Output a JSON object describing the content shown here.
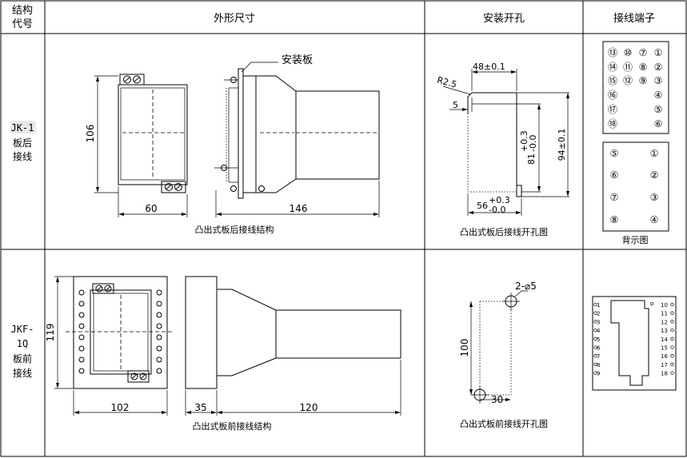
{
  "headers": {
    "col1_line1": "结构",
    "col1_line2": "代号",
    "col2": "外形尺寸",
    "col3": "安装开孔",
    "col4": "接线端子"
  },
  "row1": {
    "code": "JK-1",
    "type_line1": "板后",
    "type_line2": "接线",
    "panel_label": "安装板",
    "dim_height": "106",
    "dim_width": "60",
    "dim_length": "146",
    "structure_caption": "凸出式板后接线结构",
    "cutout": {
      "radius": "R2.5",
      "top_width": "48±0.1",
      "offset": "5",
      "inner_height_base": "81",
      "inner_height_tol_upper": "+0.3",
      "inner_height_tol_lower": "-0.0",
      "outer_height": "94±0.1",
      "bottom_width_base": "56",
      "bottom_width_tol_upper": "+0.3",
      "bottom_width_tol_lower": "-0.0",
      "caption": "凸出式板后接线开孔图"
    },
    "terminals_top": [
      [
        "⑬",
        "⑩",
        "⑦",
        "①"
      ],
      [
        "⑭",
        "⑪",
        "⑧",
        "②"
      ],
      [
        "⑮",
        "⑫",
        "⑨",
        "③"
      ],
      [
        "⑯",
        "",
        "",
        "④"
      ],
      [
        "⑰",
        "",
        "",
        "⑤"
      ],
      [
        "⑱",
        "",
        "",
        "⑥"
      ]
    ],
    "terminals_back": [
      [
        "⑤",
        "①"
      ],
      [
        "⑥",
        "②"
      ],
      [
        "⑦",
        "③"
      ],
      [
        "⑧",
        "④"
      ]
    ],
    "back_caption": "背示图"
  },
  "row2": {
    "code_line1": "JKF-",
    "code_line2": "1Q",
    "type_line1": "板前",
    "type_line2": "接线",
    "dim_height": "119",
    "dim_width": "102",
    "dim_side_1": "35",
    "dim_side_2": "120",
    "structure_caption": "凸出式板前接线结构",
    "cutout": {
      "holes": "2-⌀5",
      "vertical": "100",
      "horizontal": "30",
      "caption": "凸出式板前接线开孔图"
    },
    "terminals_left": [
      "1",
      "2",
      "3",
      "4",
      "5",
      "6",
      "7",
      "8",
      "9"
    ],
    "terminals_right": [
      "10",
      "11",
      "12",
      "13",
      "14",
      "15",
      "16",
      "17",
      "18"
    ],
    "terminal_prefix_left": "⊘",
    "terminal_suffix_right": "⊘"
  }
}
